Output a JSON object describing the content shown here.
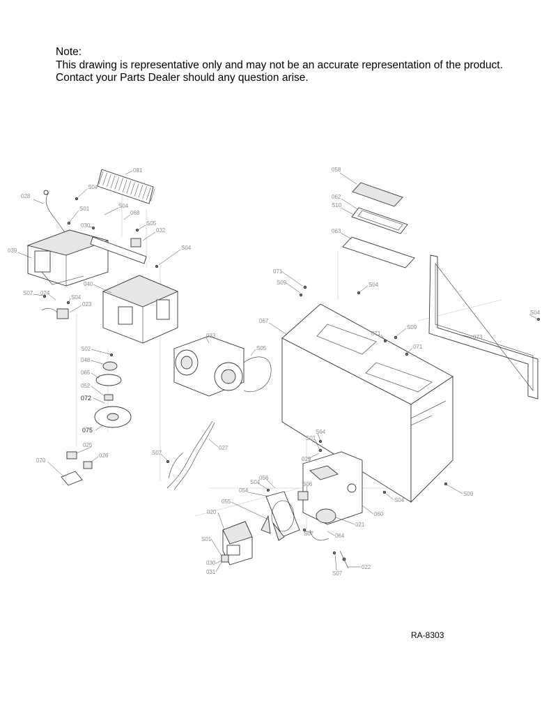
{
  "note": {
    "heading": "Note:",
    "line1": "This drawing is representative only and may not be an accurate representation of the product.",
    "line2": "Contact your Parts Dealer should any question arise."
  },
  "drawing_ref": "RA-8303",
  "labels": {
    "p081": "081",
    "p028": "028",
    "s04a": "S04",
    "s01a": "S01",
    "p030a": "030",
    "s04b": "S04",
    "p068": "068",
    "s05a": "S05",
    "p032": "032",
    "p039": "039",
    "s04c": "S04",
    "p040": "040",
    "s07a": "S07",
    "p024": "024",
    "s04d": "S04",
    "p023": "023",
    "s02": "S02",
    "p048": "048",
    "p065": "065",
    "p052": "052",
    "p072": "072",
    "p075": "075",
    "p025": "025",
    "p026": "026",
    "p070": "070",
    "p033": "033",
    "s05b": "S05",
    "s07b": "S07",
    "p027": "027",
    "p058": "058",
    "p062": "062",
    "s10": "S10",
    "p063": "063",
    "p071a": "071",
    "s09a": "S09",
    "s04e": "S04",
    "p067": "067",
    "s09b": "S09",
    "p071b": "071",
    "p071c": "071",
    "s04f": "S04",
    "p073": "073",
    "s04g": "S04",
    "s01b": "S01",
    "p029": "029",
    "s06": "S06",
    "p056": "056",
    "s04h": "S04",
    "p054": "054",
    "p055": "055",
    "p020": "020",
    "s01c": "S01",
    "p030b": "030",
    "p031": "031",
    "s07c": "S07",
    "p064": "064",
    "p021": "021",
    "p060": "060",
    "s04i": "S04",
    "s09c": "S09",
    "s07d": "S07",
    "p022": "022"
  }
}
